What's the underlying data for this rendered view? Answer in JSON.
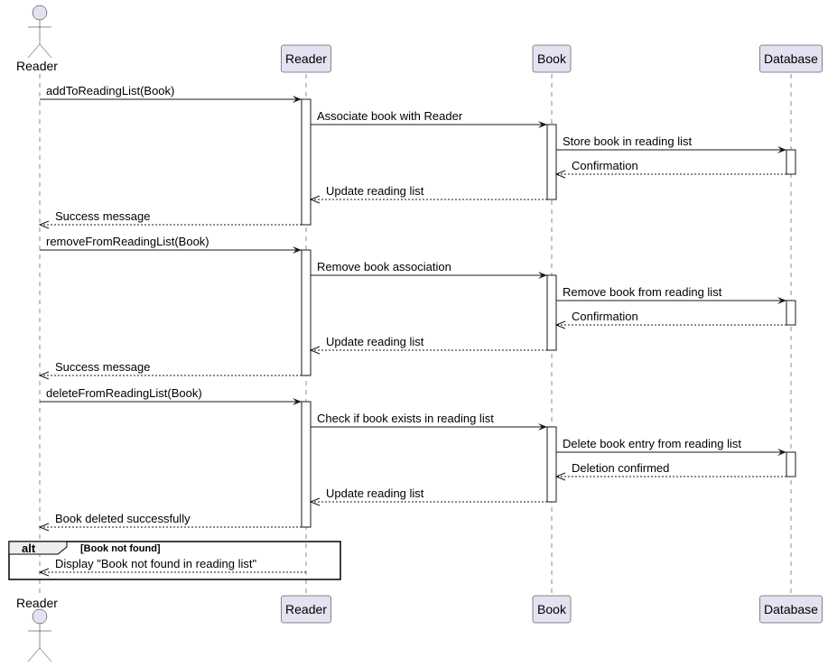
{
  "participants": [
    {
      "id": "reader_actor",
      "label": "Reader",
      "kind": "actor"
    },
    {
      "id": "reader",
      "label": "Reader",
      "kind": "participant"
    },
    {
      "id": "book",
      "label": "Book",
      "kind": "participant"
    },
    {
      "id": "database",
      "label": "Database",
      "kind": "participant"
    }
  ],
  "messages": [
    {
      "from": "reader_actor",
      "to": "reader",
      "label": "addToReadingList(Book)",
      "kind": "call"
    },
    {
      "from": "reader",
      "to": "book",
      "label": "Associate book with Reader",
      "kind": "call"
    },
    {
      "from": "book",
      "to": "database",
      "label": "Store book in reading list",
      "kind": "call"
    },
    {
      "from": "database",
      "to": "book",
      "label": "Confirmation",
      "kind": "return"
    },
    {
      "from": "book",
      "to": "reader",
      "label": "Update reading list",
      "kind": "return"
    },
    {
      "from": "reader",
      "to": "reader_actor",
      "label": "Success message",
      "kind": "return"
    },
    {
      "from": "reader_actor",
      "to": "reader",
      "label": "removeFromReadingList(Book)",
      "kind": "call"
    },
    {
      "from": "reader",
      "to": "book",
      "label": "Remove book association",
      "kind": "call"
    },
    {
      "from": "book",
      "to": "database",
      "label": "Remove book from reading list",
      "kind": "call"
    },
    {
      "from": "database",
      "to": "book",
      "label": "Confirmation",
      "kind": "return"
    },
    {
      "from": "book",
      "to": "reader",
      "label": "Update reading list",
      "kind": "return"
    },
    {
      "from": "reader",
      "to": "reader_actor",
      "label": "Success message",
      "kind": "return"
    },
    {
      "from": "reader_actor",
      "to": "reader",
      "label": "deleteFromReadingList(Book)",
      "kind": "call"
    },
    {
      "from": "reader",
      "to": "book",
      "label": "Check if book exists in reading list",
      "kind": "call"
    },
    {
      "from": "book",
      "to": "database",
      "label": "Delete book entry from reading list",
      "kind": "call"
    },
    {
      "from": "database",
      "to": "book",
      "label": "Deletion confirmed",
      "kind": "return"
    },
    {
      "from": "book",
      "to": "reader",
      "label": "Update reading list",
      "kind": "return"
    },
    {
      "from": "reader",
      "to": "reader_actor",
      "label": "Book deleted successfully",
      "kind": "return"
    },
    {
      "from": "reader",
      "to": "reader_actor",
      "label": "Display \"Book not found in reading list\"",
      "kind": "return"
    }
  ],
  "fragment": {
    "kind": "alt",
    "guard": "[Book not found]"
  }
}
